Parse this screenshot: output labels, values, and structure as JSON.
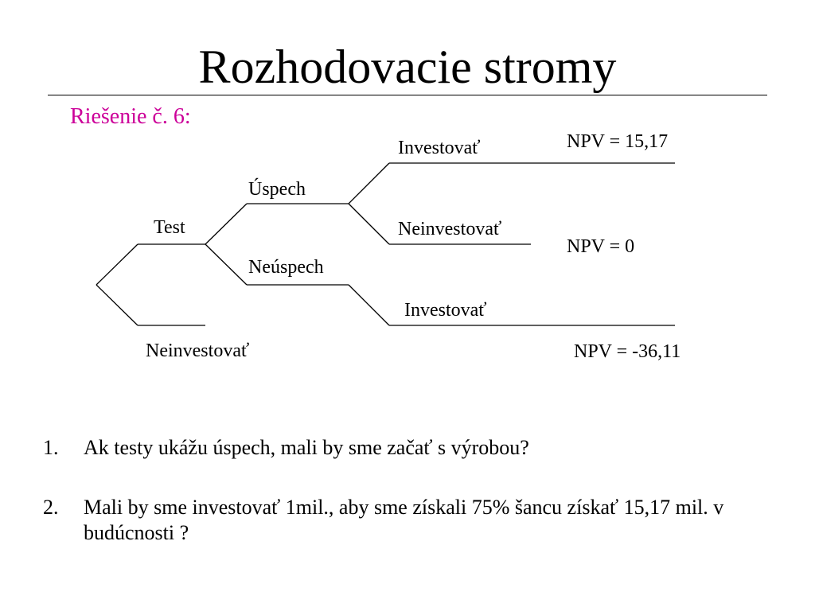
{
  "title": "Rozhodovacie stromy",
  "subtitle": "Riešenie č. 6:",
  "accent_color": "#cc0099",
  "tree": {
    "labels": {
      "test": "Test",
      "neinvestovat_root": "Neinvestovať",
      "uspech": "Úspech",
      "neuspech": "Neúspech",
      "investovat_top": "Investovať",
      "neinvestovat_mid": "Neinvestovať",
      "investovat_bottom": "Investovať",
      "npv_top": "NPV = 15,17",
      "npv_mid": "NPV = 0",
      "npv_bottom": "NPV = -36,11"
    }
  },
  "questions": [
    {
      "num": "1.",
      "text": "Ak testy ukážu úspech, mali by sme začať s výrobou?"
    },
    {
      "num": "2.",
      "text": "Mali by sme investovať 1mil., aby sme získali 75% šancu získať 15,17 mil. v budúcnosti ?"
    }
  ]
}
